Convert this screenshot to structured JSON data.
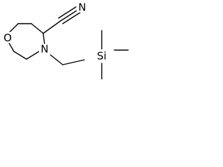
{
  "molecule": {
    "atoms": {
      "oxygen": "O",
      "nitrogen_ring": "N",
      "nitrogen_nitrile": "N",
      "silicon": "Si"
    }
  }
}
